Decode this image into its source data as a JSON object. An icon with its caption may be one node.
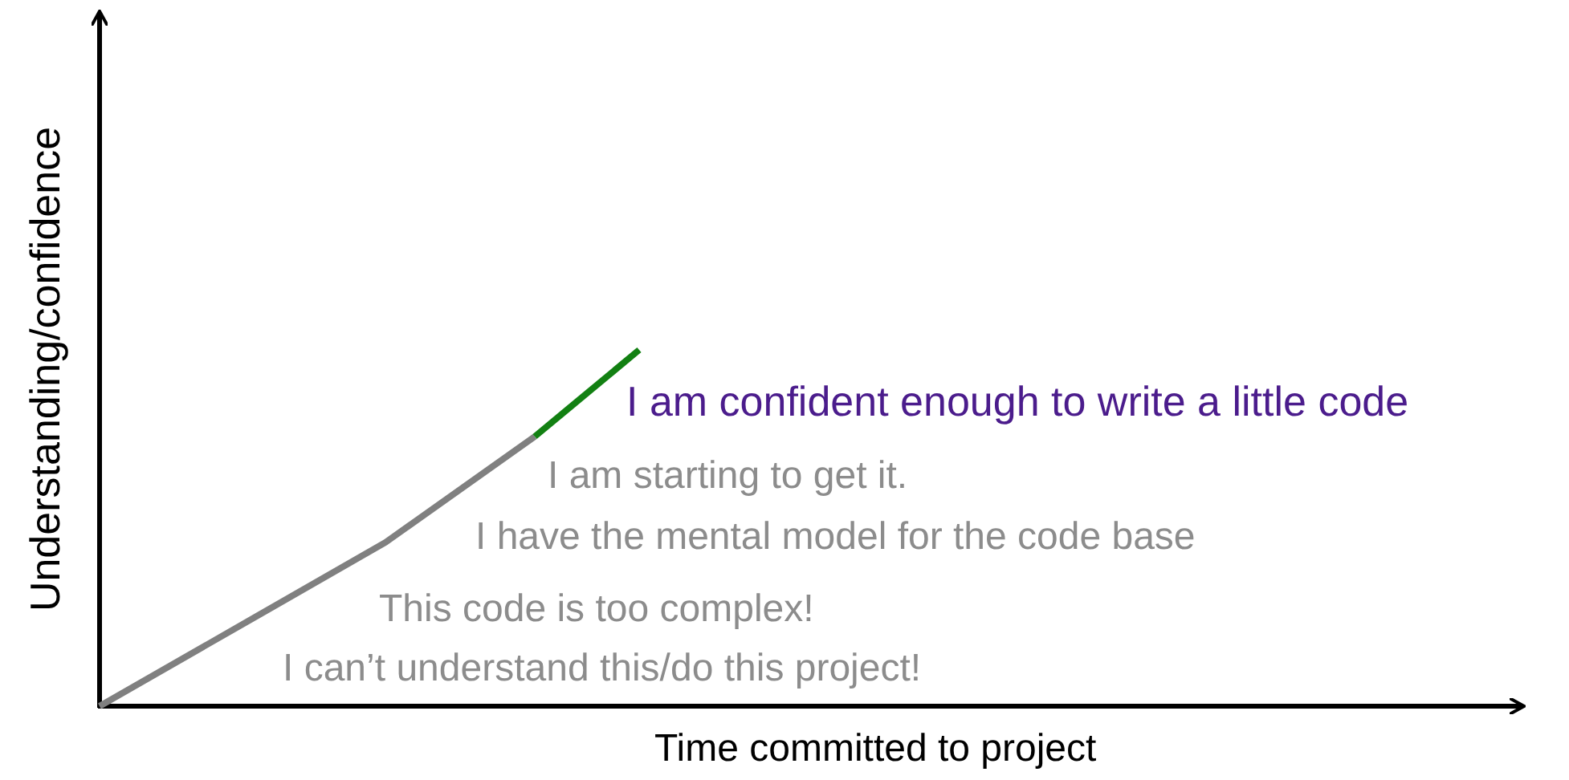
{
  "diagram": {
    "labels": [
      "Understanding/confidence",
      "I am confident enough to write a little code",
      "I am starting to get it.",
      "I have the mental model for the code base",
      "This code is too complex!",
      "I can’t understand this/do this project!",
      "Time committed to project"
    ]
  }
}
